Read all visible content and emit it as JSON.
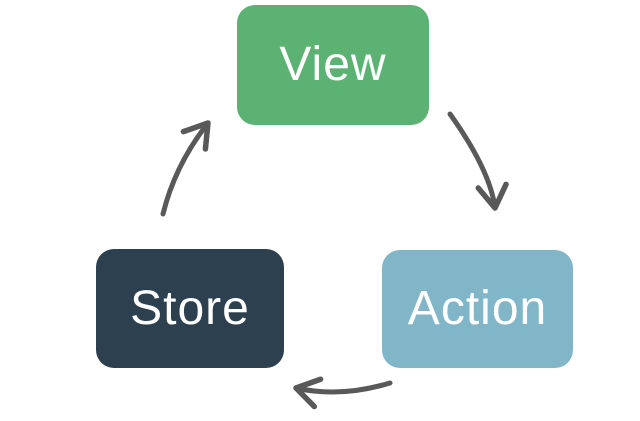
{
  "diagram": {
    "type": "cycle",
    "background_color": "#ffffff",
    "arrow_color": "#595959",
    "nodes": [
      {
        "id": "view",
        "label": "View",
        "shape": "rounded-rectangle",
        "fill_color": "#5cb272",
        "text_color": "#ffffff",
        "position": "top-center"
      },
      {
        "id": "action",
        "label": "Action",
        "shape": "rounded-rectangle",
        "fill_color": "#80b6c7",
        "text_color": "#ffffff",
        "position": "bottom-right"
      },
      {
        "id": "store",
        "label": "Store",
        "shape": "rounded-rectangle",
        "fill_color": "#2d4050",
        "text_color": "#ffffff",
        "position": "bottom-left"
      }
    ],
    "edges": [
      {
        "from": "View",
        "to": "Action",
        "style": "curved-arrow"
      },
      {
        "from": "Action",
        "to": "Store",
        "style": "curved-arrow"
      },
      {
        "from": "Store",
        "to": "View",
        "style": "curved-arrow"
      }
    ]
  }
}
